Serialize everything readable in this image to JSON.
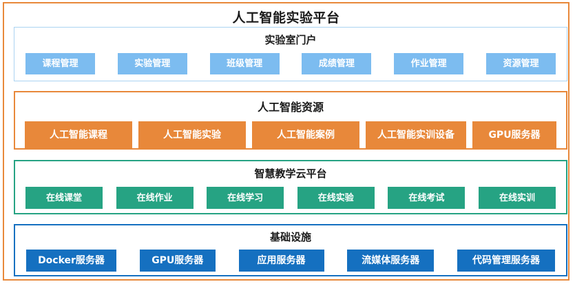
{
  "diagram": {
    "title": "人工智能实验平台",
    "outer_border_color": "#E8883A",
    "sections": [
      {
        "key": "portal",
        "title": "实验室门户",
        "border_color": "#AAD3F2",
        "chip_color": "#7CBCF0",
        "items": [
          "课程管理",
          "实验管理",
          "班级管理",
          "成绩管理",
          "作业管理",
          "资源管理"
        ]
      },
      {
        "key": "resources",
        "title": "人工智能资源",
        "border_color": "#E8883A",
        "chip_color": "#E8883A",
        "items": [
          "人工智能课程",
          "人工智能实验",
          "人工智能案例",
          "人工智能实训设备",
          "GPU服务器"
        ]
      },
      {
        "key": "cloud",
        "title": "智慧教学云平台",
        "border_color": "#26A383",
        "chip_color": "#26A383",
        "items": [
          "在线课堂",
          "在线作业",
          "在线学习",
          "在线实验",
          "在线考试",
          "在线实训"
        ]
      },
      {
        "key": "infra",
        "title": "基础设施",
        "border_color": "#1570C0",
        "chip_color": "#1570C0",
        "items": [
          "Docker服务器",
          "GPU服务器",
          "应用服务器",
          "流媒体服务器",
          "代码管理服务器"
        ]
      }
    ]
  }
}
